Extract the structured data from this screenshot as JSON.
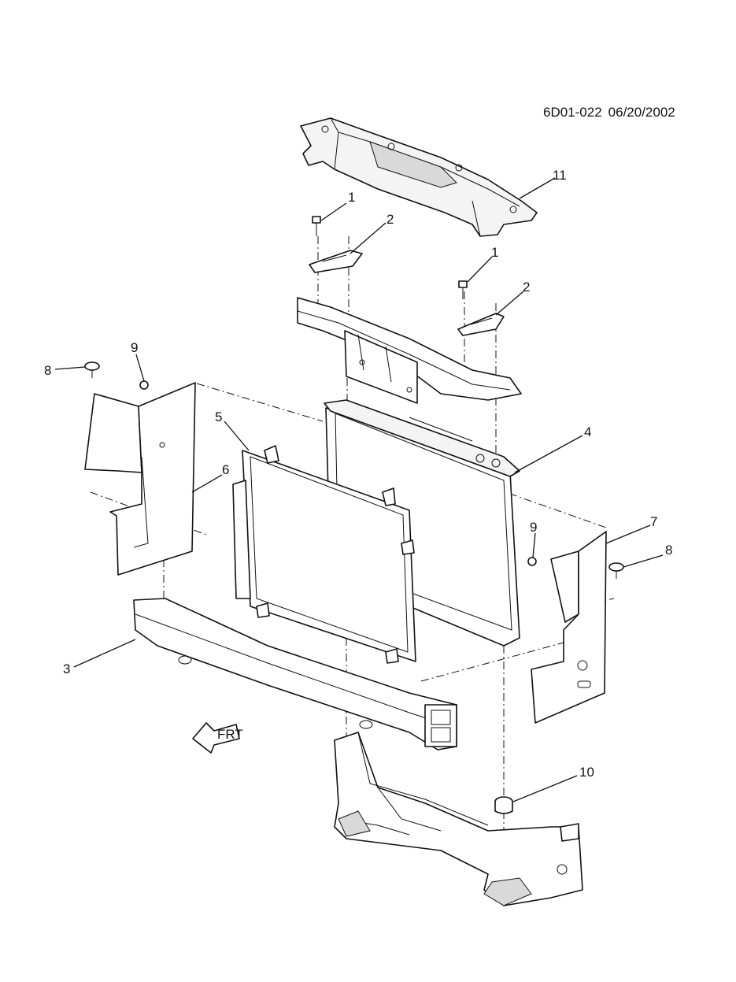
{
  "diagram": {
    "identifier": "6D01-022",
    "date": "06/20/2002",
    "callouts": [
      "1",
      "2",
      "1",
      "2",
      "3",
      "4",
      "5",
      "6",
      "7",
      "8",
      "8",
      "9",
      "9",
      "10",
      "11"
    ],
    "front_arrow_text": "FRT"
  }
}
